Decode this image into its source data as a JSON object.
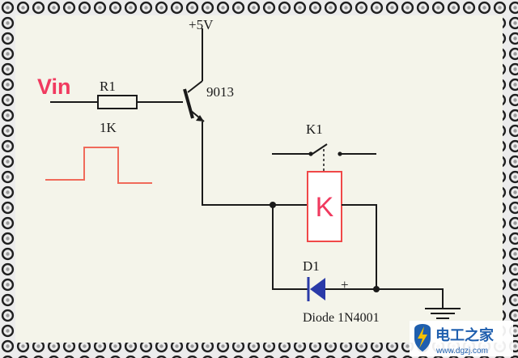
{
  "diagram": {
    "supply_label": "+5V",
    "input_label": "Vin",
    "resistor": {
      "ref": "R1",
      "value": "1K"
    },
    "transistor": {
      "part": "9013"
    },
    "relay_switch": {
      "ref": "K1"
    },
    "relay_coil": {
      "label": "K"
    },
    "diode": {
      "ref": "D1",
      "part": "Diode 1N4001",
      "polarity": "+"
    }
  },
  "watermark": {
    "text": "电工之家",
    "url": "www.dgzj.com"
  },
  "colors": {
    "frame_bg": "#e9e9e9",
    "panel_bg": "#f4f4ea",
    "wire": "#1a1a1a",
    "vin_text": "#f03a5f",
    "pulse": "#f06a5a",
    "coil_border": "#f04848",
    "coil_text": "#f03a5f",
    "diode": "#2a3aa8",
    "watermark_blue": "#1f5fae"
  }
}
